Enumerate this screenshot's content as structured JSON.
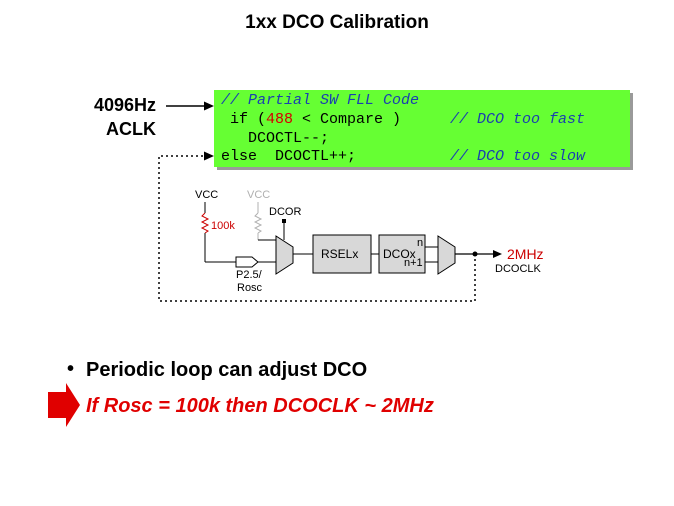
{
  "title": "1xx DCO Calibration",
  "aclk": {
    "freq": "4096Hz",
    "name": "ACLK"
  },
  "code": {
    "line1_comment": "// Partial SW FLL Code",
    "line2_pre": " if (",
    "line2_num": "488",
    "line2_post": " < Compare )",
    "line2_comment": "// DCO too fast",
    "line3": "   DCOCTL--;",
    "line4": "else  DCOCTL++;",
    "line4_comment": "// DCO too slow"
  },
  "circuit": {
    "vcc1": "VCC",
    "vcc2": "VCC",
    "resistor": "100k",
    "dcor": "DCOR",
    "p25": "P2.5/",
    "rosc": "Rosc",
    "rsel": "RSELx",
    "dcox": "DCOx",
    "n": "n",
    "n1": "n+1",
    "out_freq": "2MHz",
    "out_name": "DCOCLK"
  },
  "bullets": {
    "dot": "•",
    "b1": "Periodic loop can adjust DCO",
    "b2": "If Rosc = 100k then DCOCLK ~ 2MHz"
  },
  "colors": {
    "code_bg": "#66ff33",
    "highlight": "#e00000",
    "comment": "#1a3fb0"
  }
}
